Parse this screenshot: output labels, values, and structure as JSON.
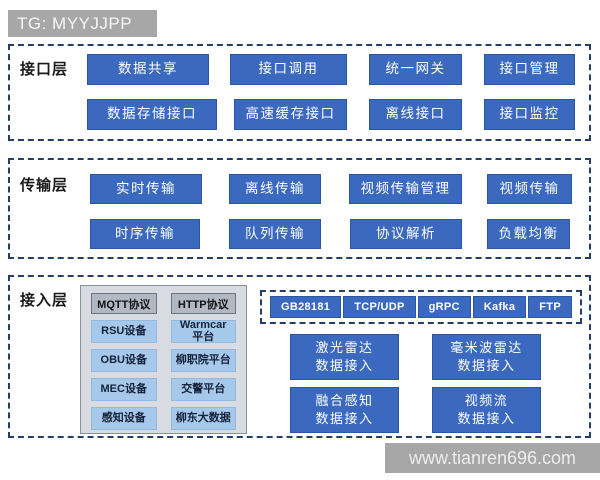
{
  "topbar": {
    "text": "TG: MYYJJPP"
  },
  "bottombar": {
    "text": "www.tianren696.com"
  },
  "colors": {
    "box_blue": "#3b69c0",
    "box_blue_border": "#2d56a0",
    "light_blue": "#a6c8ea",
    "panel_gray": "#d8dce2",
    "header_gray": "#b2b9c3",
    "bar_gray": "#a7a7a7",
    "dashed_border_navy": "#243f63"
  },
  "layers": [
    {
      "label": "接口层",
      "rows": [
        [
          "数据共享",
          "接口调用",
          "统一网关",
          "接口管理"
        ],
        [
          "数据存储接口",
          "高速缓存接口",
          "离线接口",
          "接口监控"
        ]
      ]
    },
    {
      "label": "传输层",
      "rows": [
        [
          "实时传输",
          "离线传输",
          "视频传输管理",
          "视频传输"
        ],
        [
          "时序传输",
          "队列传输",
          "协议解析",
          "负载均衡"
        ]
      ]
    },
    {
      "label": "接入层",
      "device_panel": {
        "columns": [
          {
            "header": "MQTT协议",
            "items": [
              "RSU设备",
              "OBU设备",
              "MEC设备",
              "感知设备"
            ]
          },
          {
            "header": "HTTP协议",
            "items": [
              "Warmcar\n平台",
              "柳职院平台",
              "交警平台",
              "柳东大数据"
            ]
          }
        ]
      },
      "protocols": [
        "GB28181",
        "TCP/UDP",
        "gRPC",
        "Kafka",
        "FTP"
      ],
      "data_access": [
        "激光雷达\n数据接入",
        "毫米波雷达\n数据接入",
        "融合感知\n数据接入",
        "视频流\n数据接入"
      ]
    }
  ]
}
